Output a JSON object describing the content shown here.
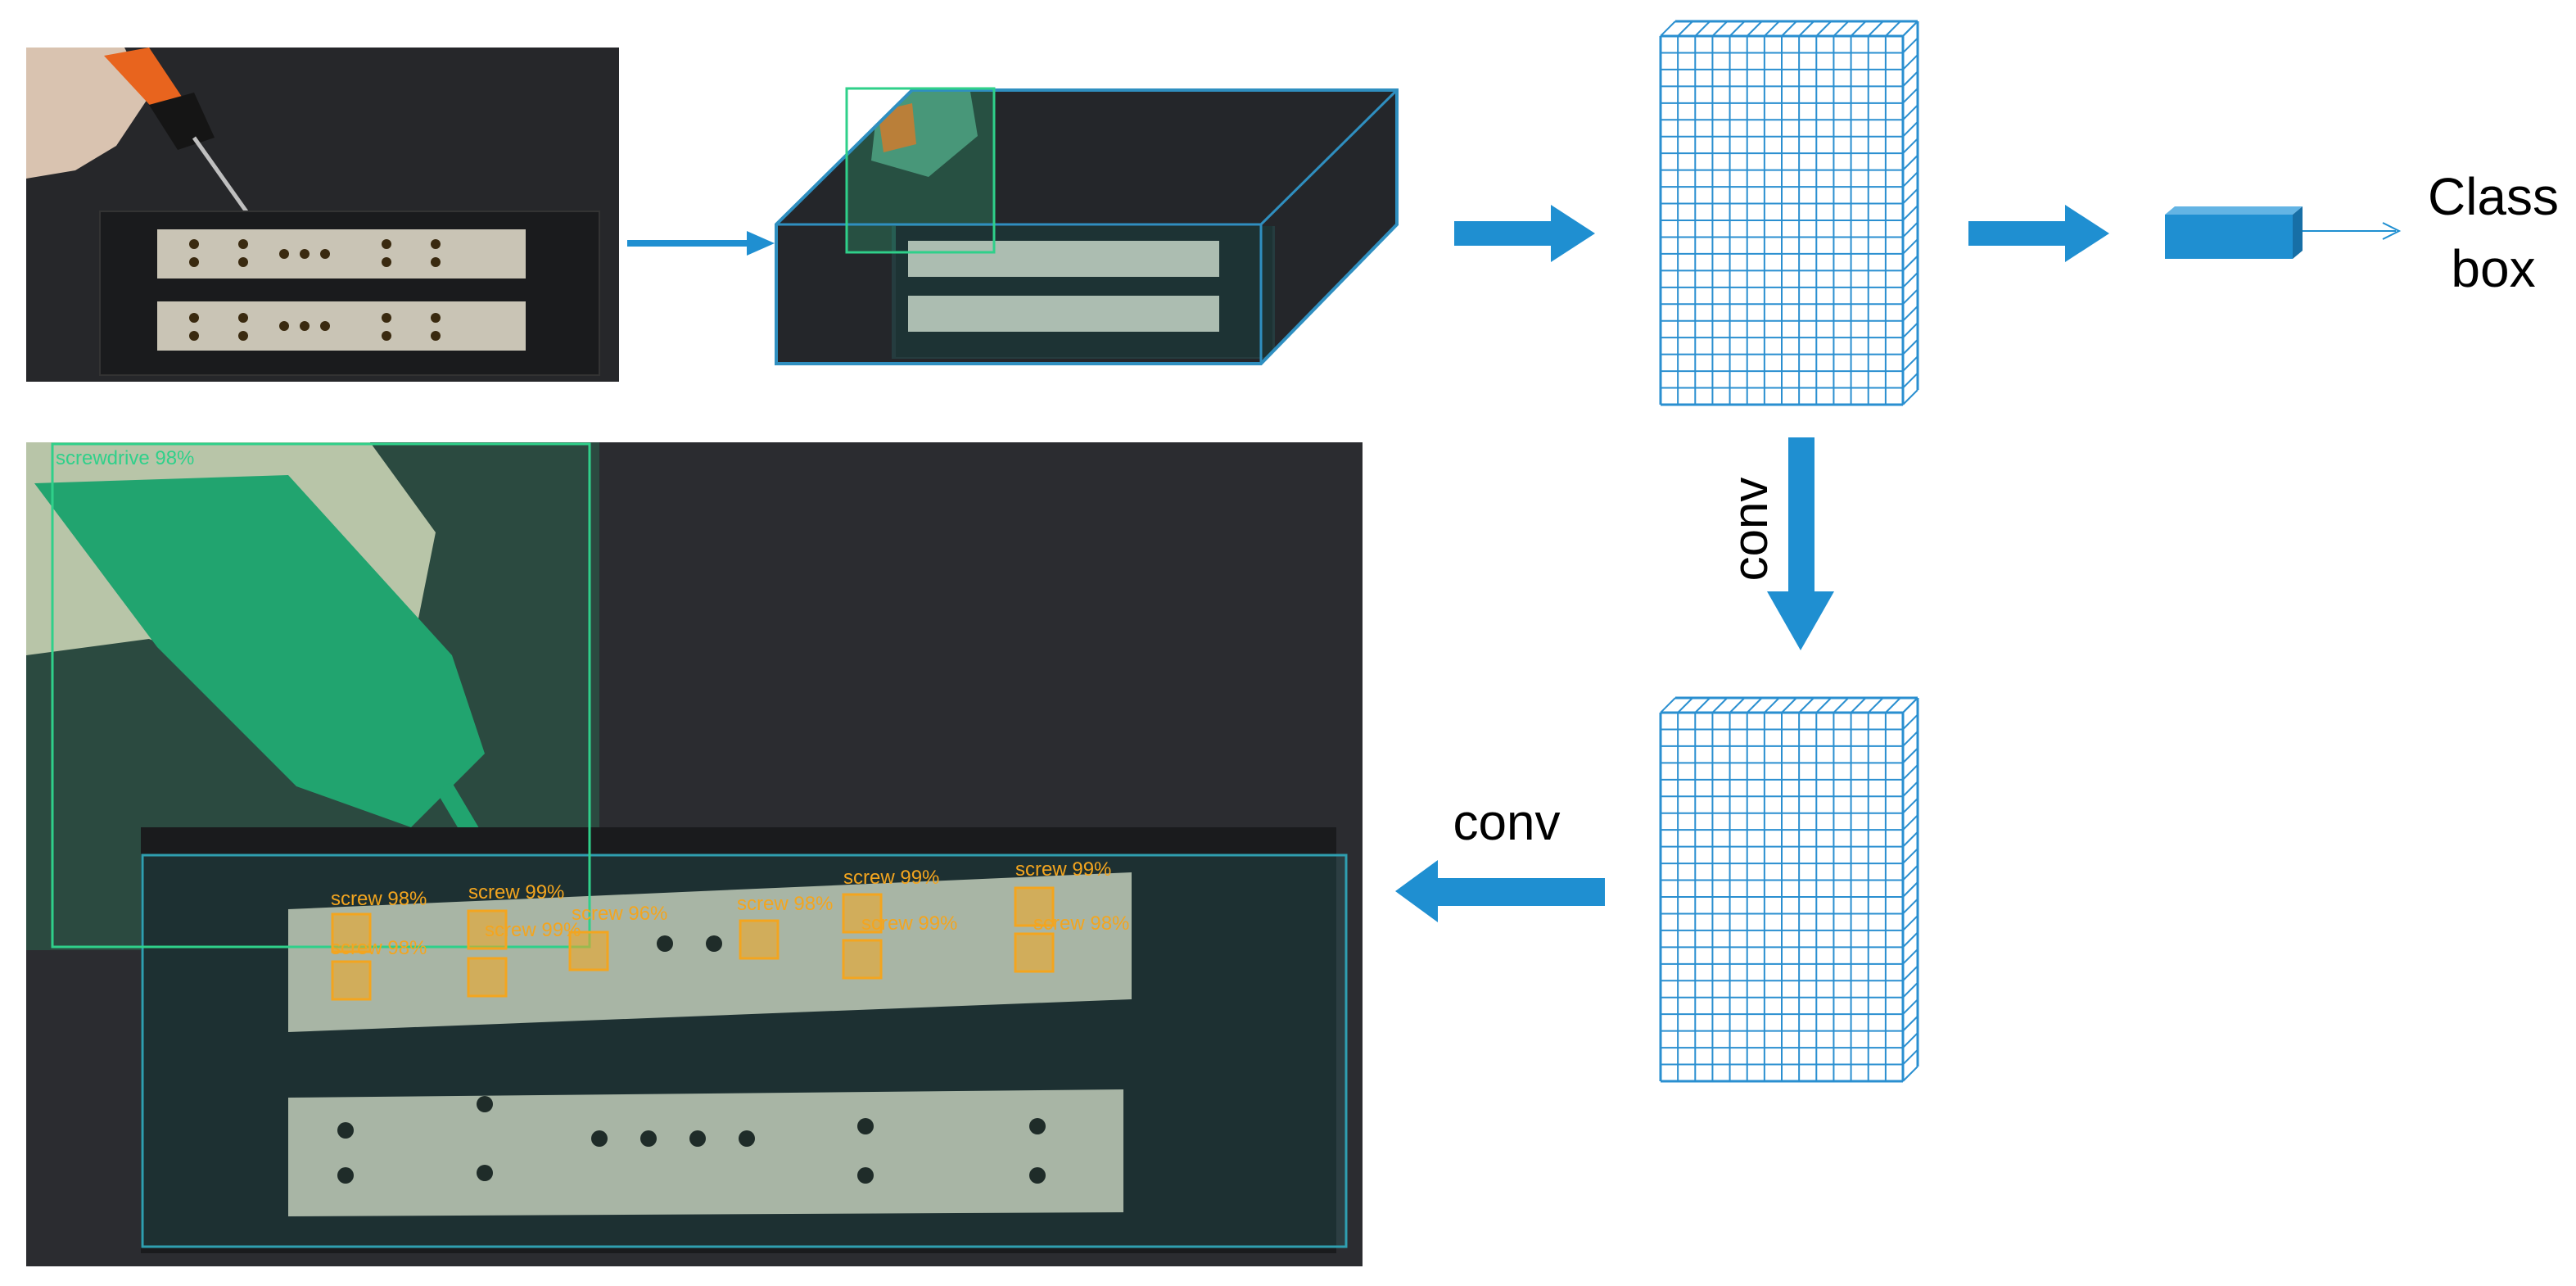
{
  "labels": {
    "output_line1": "Class",
    "output_line2": "box",
    "conv_vertical": "conv",
    "conv_horizontal": "conv"
  },
  "detections": [
    {
      "label": "screwdrive 98%",
      "class": "screwdriver",
      "confidence": 98
    },
    {
      "label": "screw 98%",
      "class": "screw",
      "confidence": 98
    },
    {
      "label": "screw 99%",
      "class": "screw",
      "confidence": 99
    },
    {
      "label": "screw 96%",
      "class": "screw",
      "confidence": 96
    },
    {
      "label": "screw 98%",
      "class": "screw",
      "confidence": 98
    },
    {
      "label": "screw 99%",
      "class": "screw",
      "confidence": 99
    },
    {
      "label": "screw 99%",
      "class": "screw",
      "confidence": 99
    },
    {
      "label": "screw 98%",
      "class": "screw",
      "confidence": 98
    },
    {
      "label": "screw 99%",
      "class": "screw",
      "confidence": 99
    },
    {
      "label": "screw 99%",
      "class": "screw",
      "confidence": 99
    },
    {
      "label": "screw 98%",
      "class": "screw",
      "confidence": 98
    }
  ],
  "colors": {
    "arrow": "#1f8fd1",
    "grid": "#2a8fd0",
    "roi_box": "#2f8fc0",
    "screwdriver_box": "#2fd08a",
    "screw_box": "#f3a51f",
    "text": "#000000"
  }
}
